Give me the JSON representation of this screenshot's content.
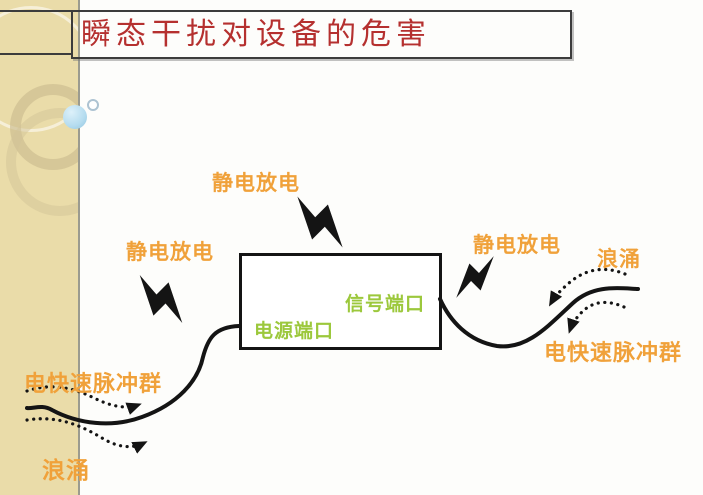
{
  "slide": {
    "title": "瞬态干扰对设备的危害"
  },
  "device": {
    "power_port_label": "电源端口",
    "signal_port_label": "信号端口"
  },
  "labels": {
    "esd_top": "静电放电",
    "esd_left": "静电放电",
    "esd_right": "静电放电",
    "surge_right": "浪涌",
    "eft_right": "电快速脉冲群",
    "eft_left": "电快速脉冲群",
    "surge_left": "浪涌"
  },
  "icons": {
    "lightning_bolt": "filled-black-lightning-bolt",
    "dotted_arrow": "dotted-curve-with-arrowhead",
    "wire": "solid-black-curved-line"
  },
  "colors": {
    "title_red": "#b5302f",
    "label_orange": "#f0a13a",
    "port_green": "#9cc83c",
    "sidebar_beige": "#eadca9",
    "line_black": "#141414",
    "sphere_blue": "#b5dcef"
  }
}
